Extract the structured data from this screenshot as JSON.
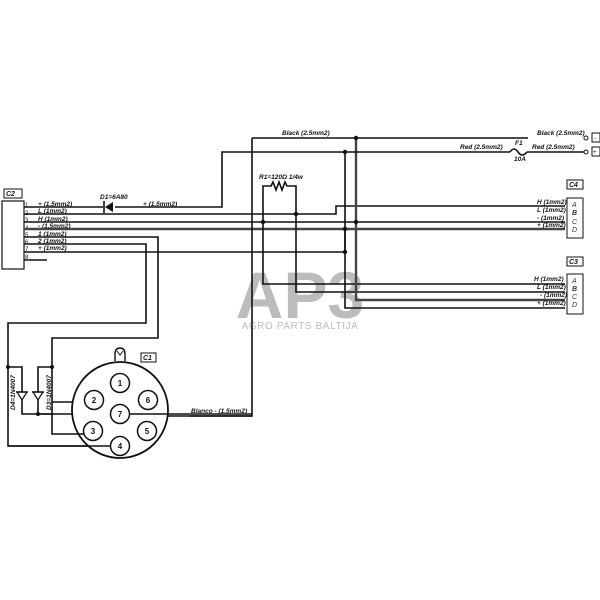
{
  "watermark": {
    "logo": "AP3",
    "text": "AGRO PARTS BALTIJA"
  },
  "connectors": {
    "c2": {
      "tag": "C2",
      "pins": [
        "1",
        "2",
        "3",
        "4",
        "5",
        "6",
        "7",
        "8"
      ],
      "wires": [
        "+ (1,5mm2)",
        "L (1mm2)",
        "H (1mm2)",
        "- (1,5mm2)",
        "1 (1mm2)",
        "2 (1mm2)",
        "+ (1mm2)",
        ""
      ]
    },
    "c1": {
      "tag": "C1",
      "pins": [
        "1",
        "2",
        "3",
        "4",
        "5",
        "6",
        "7"
      ]
    },
    "c4": {
      "tag": "C4",
      "letters": [
        "A",
        "B",
        "C",
        "D"
      ],
      "wires": [
        "H (1mm2)",
        "L (1mm2)",
        "- (1mm2)",
        "+ (1mm2)"
      ]
    },
    "c3": {
      "tag": "C3",
      "letters": [
        "A",
        "B",
        "C",
        "D"
      ],
      "wires": [
        "H (1mm2)",
        "L (1mm2)",
        "- (1mm2)",
        "+ (1mm2)"
      ]
    }
  },
  "components": {
    "d1": "D1=6A80",
    "d1_wire": "+ (1,5mm2)",
    "r1": "R1=120Ω 1/4w",
    "f1": "F1",
    "f1_rating": "10A",
    "d3": "D3=1N4007",
    "d4": "D4=1N4007"
  },
  "power": {
    "black_main": "Black (2.5mm2)",
    "black_out": "Black (2.5mm2)",
    "red_in": "Red (2.5mm2)",
    "red_out": "Red (2.5mm2)",
    "minus_terminal": "-",
    "plus_terminal": "+",
    "blanco": "Blanco - (1.5mm2)"
  }
}
